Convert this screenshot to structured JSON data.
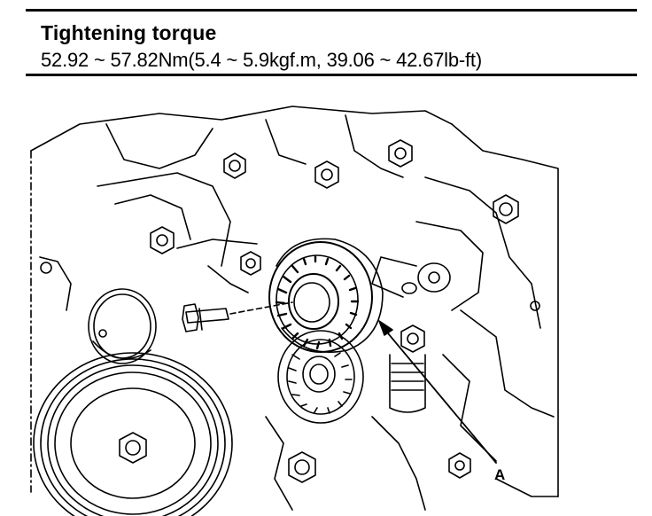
{
  "spec": {
    "title": "Tightening torque",
    "value": "52.92 ~ 57.82Nm(5.4 ~ 5.9kgf.m, 39.06 ~ 42.67lb-ft)"
  },
  "diagram": {
    "callout_label": "A"
  }
}
